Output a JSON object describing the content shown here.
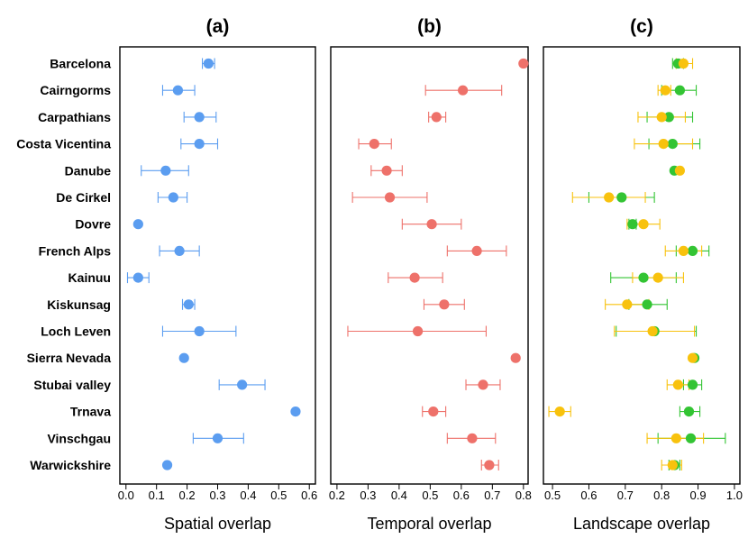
{
  "chart_data": {
    "type": "scatter",
    "sites": [
      "Barcelona",
      "Cairngorms",
      "Carpathians",
      "Costa Vicentina",
      "Danube",
      "De Cirkel",
      "Dovre",
      "French Alps",
      "Kainuu",
      "Kiskunsag",
      "Loch Leven",
      "Sierra Nevada",
      "Stubai valley",
      "Trnava",
      "Vinschgau",
      "Warwickshire"
    ],
    "colors": {
      "spatial": "#5b9df0",
      "temporal": "#ee716a",
      "landscape_green": "#33c433",
      "landscape_gold": "#f8c20d"
    },
    "panels": [
      {
        "title": "(a)",
        "xlabel": "Spatial overlap",
        "xlim": [
          -0.02,
          0.62
        ],
        "ticks": [
          0.0,
          0.1,
          0.2,
          0.3,
          0.4,
          0.5,
          0.6
        ],
        "tick_labels": [
          "0.0",
          "0.1",
          "0.2",
          "0.3",
          "0.4",
          "0.5",
          "0.6"
        ],
        "series": [
          {
            "color": "#5b9df0",
            "values": [
              0.27,
              0.17,
              0.24,
              0.24,
              0.13,
              0.155,
              0.04,
              0.175,
              0.04,
              0.205,
              0.24,
              0.19,
              0.38,
              0.555,
              0.3,
              0.135
            ],
            "low": [
              0.25,
              0.12,
              0.19,
              0.18,
              0.05,
              0.105,
              null,
              0.11,
              0.005,
              0.185,
              0.12,
              null,
              0.305,
              null,
              0.22,
              null
            ],
            "high": [
              0.29,
              0.225,
              0.295,
              0.3,
              0.205,
              0.2,
              null,
              0.24,
              0.075,
              0.225,
              0.36,
              null,
              0.455,
              null,
              0.385,
              null
            ]
          }
        ]
      },
      {
        "title": "(b)",
        "xlabel": "Temporal overlap",
        "xlim": [
          0.18,
          0.815
        ],
        "ticks": [
          0.2,
          0.3,
          0.4,
          0.5,
          0.6,
          0.7,
          0.8
        ],
        "tick_labels": [
          "0.2",
          "0.3",
          "0.4",
          "0.5",
          "0.6",
          "0.7",
          "0.8"
        ],
        "series": [
          {
            "color": "#ee716a",
            "values": [
              0.8,
              0.605,
              0.52,
              0.32,
              0.36,
              0.37,
              0.505,
              0.65,
              0.45,
              0.545,
              0.46,
              0.775,
              0.67,
              0.51,
              0.635,
              0.69
            ],
            "low": [
              null,
              0.485,
              0.495,
              0.27,
              0.31,
              0.25,
              0.41,
              0.555,
              0.365,
              0.48,
              0.235,
              null,
              0.615,
              0.475,
              0.555,
              0.665
            ],
            "high": [
              null,
              0.73,
              0.55,
              0.375,
              0.41,
              0.49,
              0.6,
              0.745,
              0.54,
              0.61,
              0.68,
              null,
              0.725,
              0.55,
              0.71,
              0.72
            ]
          }
        ]
      },
      {
        "title": "(c)",
        "xlabel": "Landscape overlap",
        "xlim": [
          0.475,
          1.015
        ],
        "ticks": [
          0.5,
          0.6,
          0.7,
          0.8,
          0.9,
          1.0
        ],
        "tick_labels": [
          "0.5",
          "0.6",
          "0.7",
          "0.8",
          "0.9",
          "1.0"
        ],
        "series": [
          {
            "color": "#33c433",
            "values": [
              0.845,
              0.85,
              0.82,
              0.83,
              0.835,
              0.69,
              0.72,
              0.885,
              0.75,
              0.76,
              0.78,
              0.89,
              0.885,
              0.875,
              0.88,
              0.835
            ],
            "low": [
              0.83,
              0.8,
              0.76,
              0.765,
              null,
              0.6,
              0.71,
              0.84,
              0.66,
              0.71,
              0.675,
              null,
              0.86,
              0.85,
              0.79,
              0.82
            ],
            "high": [
              0.86,
              0.895,
              0.885,
              0.905,
              null,
              0.78,
              0.73,
              0.93,
              0.84,
              0.815,
              0.895,
              null,
              0.91,
              0.905,
              0.975,
              0.85
            ]
          },
          {
            "color": "#f8c20d",
            "values": [
              0.86,
              0.81,
              0.8,
              0.805,
              0.85,
              0.655,
              0.75,
              0.86,
              0.79,
              0.705,
              0.775,
              0.885,
              0.845,
              0.52,
              0.84,
              0.83
            ],
            "low": [
              0.84,
              0.79,
              0.735,
              0.725,
              null,
              0.555,
              0.705,
              0.81,
              0.72,
              0.645,
              0.67,
              null,
              0.815,
              0.49,
              0.76,
              0.8
            ],
            "high": [
              0.885,
              0.825,
              0.865,
              0.885,
              null,
              0.755,
              0.795,
              0.91,
              0.86,
              0.765,
              0.89,
              null,
              0.875,
              0.55,
              0.915,
              0.855
            ]
          }
        ]
      }
    ]
  }
}
